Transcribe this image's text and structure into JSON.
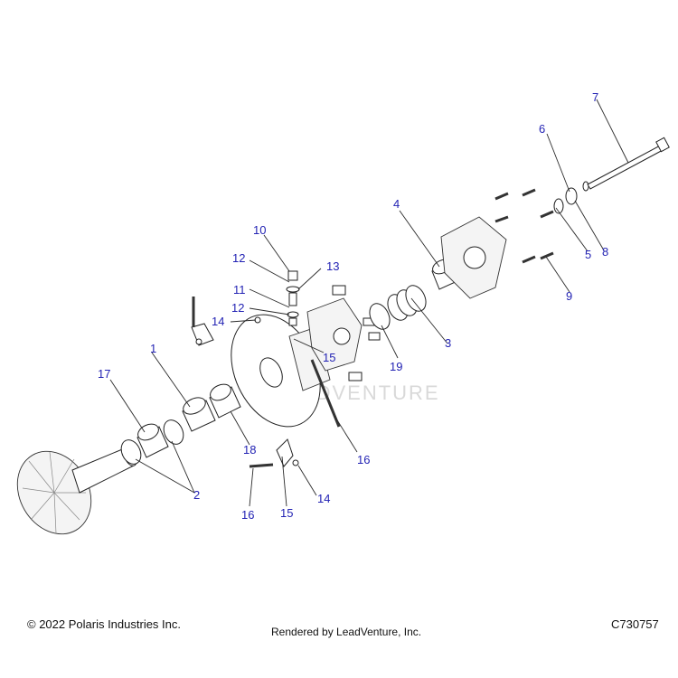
{
  "diagram": {
    "watermark": "LEADVENTURE",
    "callouts": [
      "1",
      "2",
      "3",
      "4",
      "5",
      "6",
      "7",
      "8",
      "9",
      "10",
      "11",
      "12",
      "12",
      "13",
      "14",
      "14",
      "15",
      "15",
      "16",
      "16",
      "17",
      "18",
      "19"
    ]
  },
  "footer": {
    "copyright": "© 2022 Polaris Industries Inc.",
    "rendered_by": "Rendered by LeadVenture, Inc.",
    "drawing_number": "C730757"
  },
  "colors": {
    "callout": "#2323b4",
    "line": "#222222",
    "watermark": "#d9d9d9"
  }
}
